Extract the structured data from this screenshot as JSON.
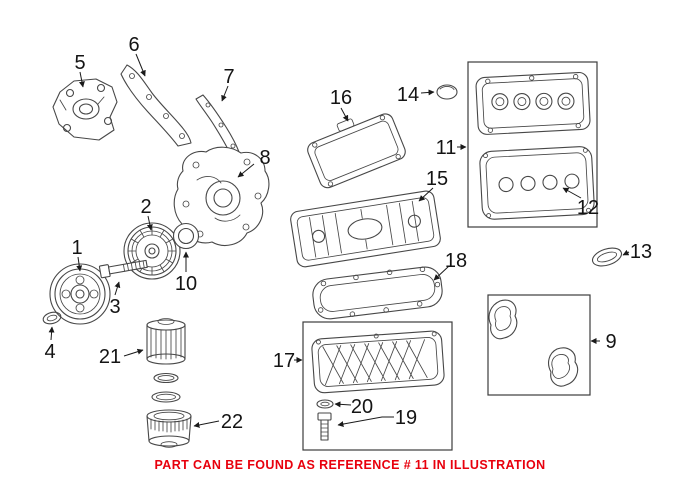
{
  "colors": {
    "background": "#ffffff",
    "line_art": "#474747",
    "callout": "#141414",
    "box_border": "#3c3c3c",
    "note": "#e8000d"
  },
  "note": {
    "text": "PART CAN BE FOUND AS REFERENCE # 11 IN ILLUSTRATION"
  },
  "callouts": [
    {
      "n": "1"
    },
    {
      "n": "2"
    },
    {
      "n": "3"
    },
    {
      "n": "4"
    },
    {
      "n": "5"
    },
    {
      "n": "6"
    },
    {
      "n": "7"
    },
    {
      "n": "8"
    },
    {
      "n": "9"
    },
    {
      "n": "10"
    },
    {
      "n": "11"
    },
    {
      "n": "12"
    },
    {
      "n": "13"
    },
    {
      "n": "14"
    },
    {
      "n": "15"
    },
    {
      "n": "16"
    },
    {
      "n": "17"
    },
    {
      "n": "18"
    },
    {
      "n": "19"
    },
    {
      "n": "20"
    },
    {
      "n": "21"
    },
    {
      "n": "22"
    }
  ]
}
